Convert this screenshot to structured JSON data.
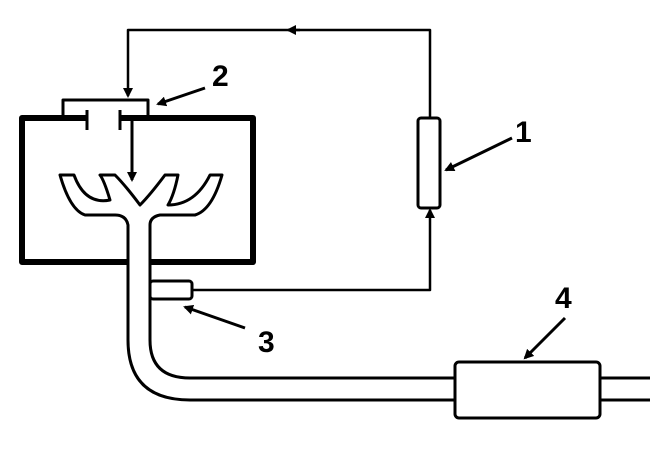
{
  "diagram": {
    "labels": {
      "oxygen_sensor_unit": "1",
      "injector": "2",
      "sensor": "3",
      "catalytic_converter": "4"
    },
    "colors": {
      "ink": "#000000",
      "background": "#ffffff"
    }
  }
}
